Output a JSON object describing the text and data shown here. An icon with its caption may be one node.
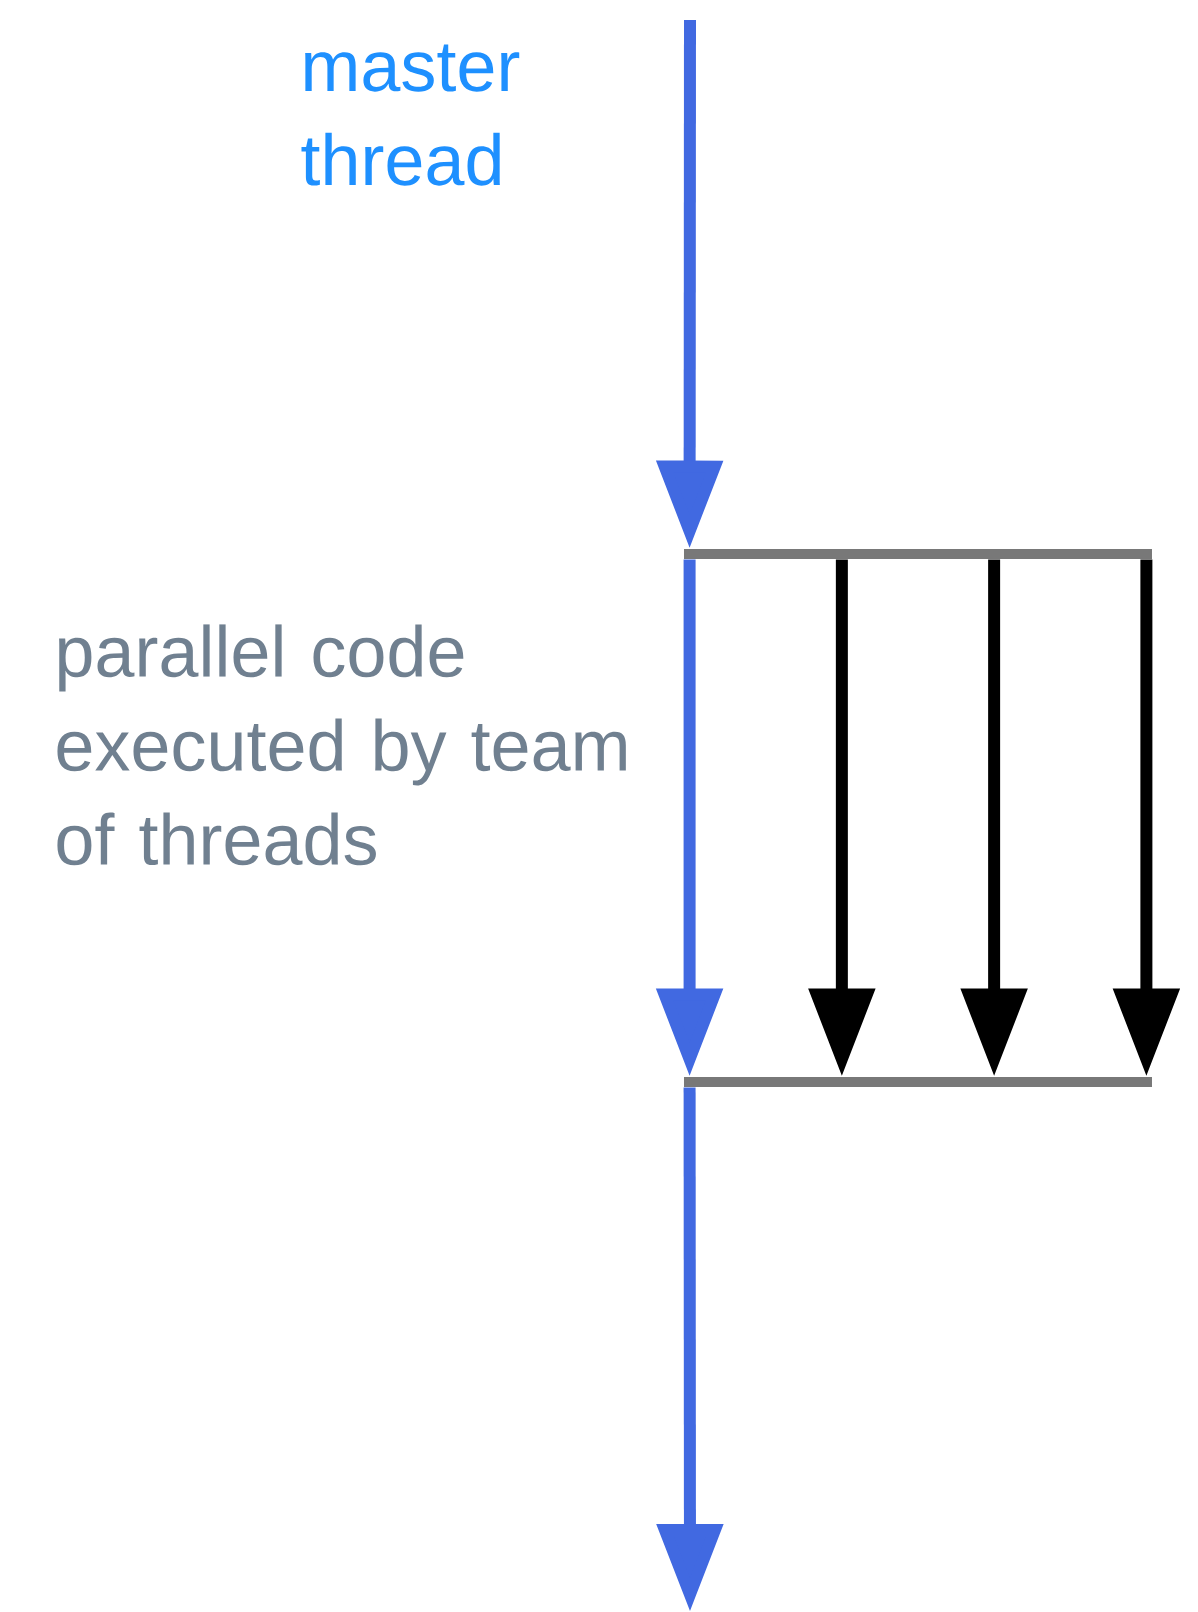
{
  "diagram": {
    "nodes": [
      {
        "text": [],
        "shape": "bar"
      },
      {
        "text": [],
        "shape": "bar"
      }
    ],
    "edges": [
      {
        "from": null,
        "to": 0,
        "arrow": "to",
        "color": "#4169e1"
      },
      {
        "from": 0,
        "to": 1,
        "arrow": "to",
        "color": "#4169e1"
      },
      {
        "from": 0,
        "to": 1,
        "arrow": "to",
        "color": "#000000"
      },
      {
        "from": 0,
        "to": 1,
        "arrow": "to",
        "color": "#000000"
      },
      {
        "from": 0,
        "to": 1,
        "arrow": "to",
        "color": "#000000"
      },
      {
        "from": 1,
        "to": null,
        "arrow": "to",
        "color": "#4169e1"
      }
    ],
    "labels": [
      "master thread",
      "parallel code executed by team of threads"
    ]
  }
}
